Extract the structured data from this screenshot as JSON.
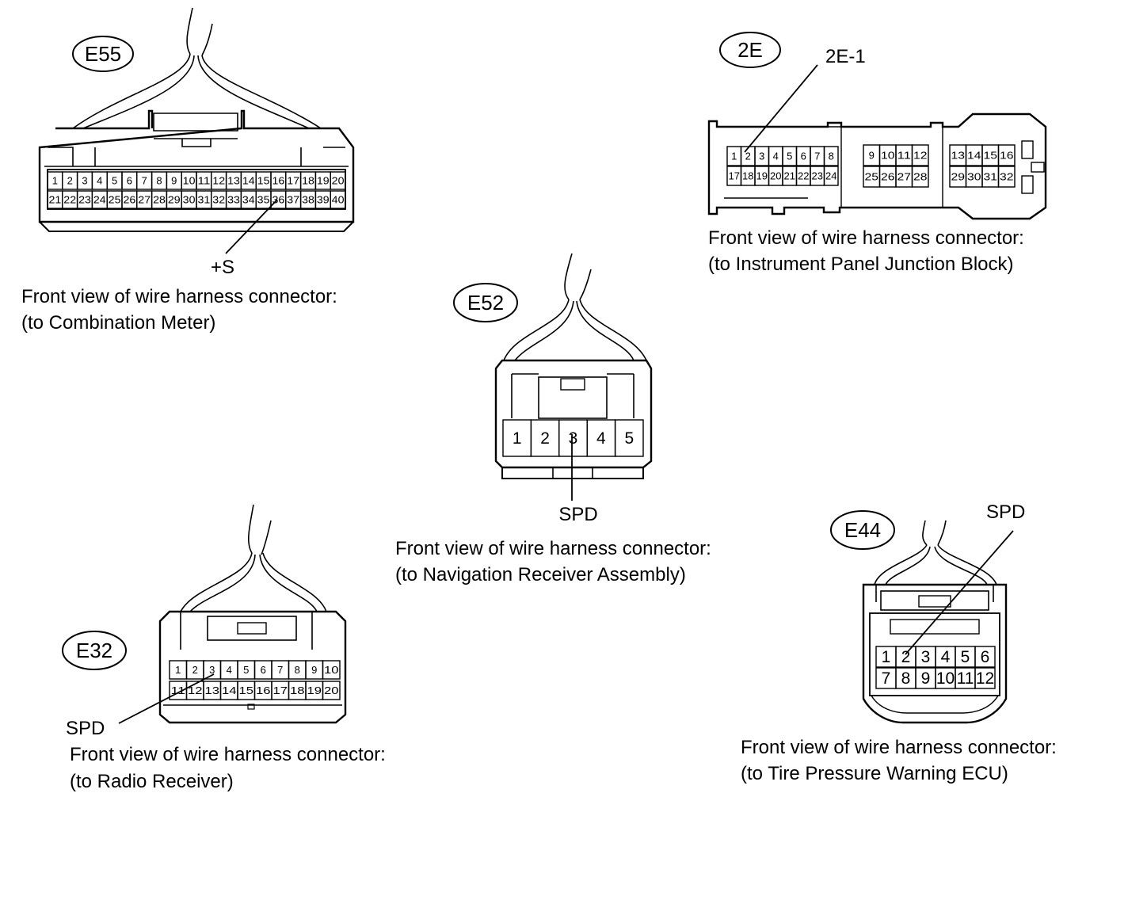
{
  "connectors": {
    "e55": {
      "id": "E55",
      "pins_top": [
        "1",
        "2",
        "3",
        "4",
        "5",
        "6",
        "7",
        "8",
        "9",
        "10",
        "11",
        "12",
        "13",
        "14",
        "15",
        "16",
        "17",
        "18",
        "19",
        "20"
      ],
      "pins_bottom": [
        "21",
        "22",
        "23",
        "24",
        "25",
        "26",
        "27",
        "28",
        "29",
        "30",
        "31",
        "32",
        "33",
        "34",
        "35",
        "36",
        "37",
        "38",
        "39",
        "40"
      ],
      "callout": "+S",
      "caption_line1": "Front view of wire harness connector:",
      "caption_line2": "(to Combination Meter)"
    },
    "c2e": {
      "id": "2E",
      "pins_a_top": [
        "1",
        "2",
        "3",
        "4",
        "5",
        "6",
        "7",
        "8"
      ],
      "pins_a_bottom": [
        "17",
        "18",
        "19",
        "20",
        "21",
        "22",
        "23",
        "24"
      ],
      "pins_b_top": [
        "9",
        "10",
        "11",
        "12"
      ],
      "pins_b_bottom": [
        "25",
        "26",
        "27",
        "28"
      ],
      "pins_c_top": [
        "13",
        "14",
        "15",
        "16"
      ],
      "pins_c_bottom": [
        "29",
        "30",
        "31",
        "32"
      ],
      "callout": "2E-1",
      "caption_line1": "Front view of wire harness connector:",
      "caption_line2": "(to Instrument Panel Junction Block)"
    },
    "e52": {
      "id": "E52",
      "pins": [
        "1",
        "2",
        "3",
        "4",
        "5"
      ],
      "callout": "SPD",
      "caption_line1": "Front view of wire harness connector:",
      "caption_line2": "(to Navigation Receiver Assembly)"
    },
    "e32": {
      "id": "E32",
      "pins_top": [
        "1",
        "2",
        "3",
        "4",
        "5",
        "6",
        "7",
        "8",
        "9",
        "10"
      ],
      "pins_bottom": [
        "11",
        "12",
        "13",
        "14",
        "15",
        "16",
        "17",
        "18",
        "19",
        "20"
      ],
      "callout": "SPD",
      "caption_line1": "Front view of wire harness connector:",
      "caption_line2": "(to Radio Receiver)"
    },
    "e44": {
      "id": "E44",
      "pins_top": [
        "1",
        "2",
        "3",
        "4",
        "5",
        "6"
      ],
      "pins_bottom": [
        "7",
        "8",
        "9",
        "10",
        "11",
        "12"
      ],
      "callout": "SPD",
      "caption_line1": "Front view of wire harness connector:",
      "caption_line2": "(to Tire Pressure Warning ECU)"
    }
  }
}
